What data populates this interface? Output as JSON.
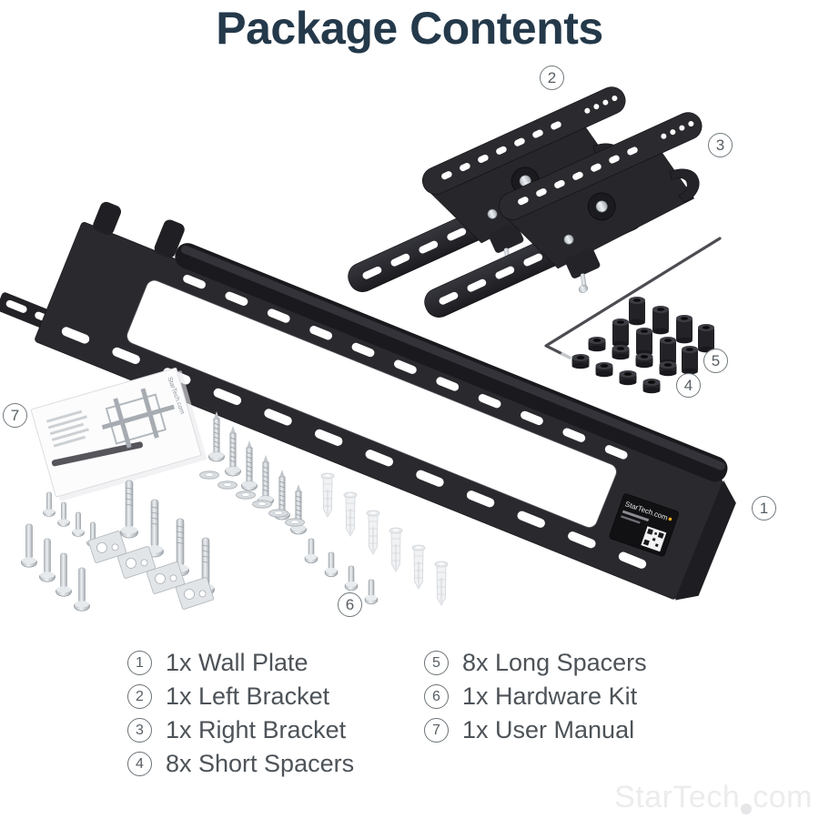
{
  "title": "Package Contents",
  "callouts": [
    "1",
    "2",
    "3",
    "4",
    "5",
    "6",
    "7"
  ],
  "legend": {
    "columns": [
      {
        "items": [
          {
            "num": "1",
            "label": "1x Wall Plate"
          },
          {
            "num": "2",
            "label": "1x Left Bracket"
          },
          {
            "num": "3",
            "label": "1x Right Bracket"
          },
          {
            "num": "4",
            "label": "8x Short Spacers"
          }
        ]
      },
      {
        "items": [
          {
            "num": "5",
            "label": "8x Long Spacers"
          },
          {
            "num": "6",
            "label": "1x Hardware Kit"
          },
          {
            "num": "7",
            "label": "1x User Manual"
          }
        ]
      }
    ]
  },
  "plate_label": {
    "brand": "StarTech.com"
  },
  "manual": {
    "brand": "StarTech.com"
  },
  "watermark": {
    "name": "StarTech",
    "tld": "com"
  },
  "colors": {
    "title": "#24394a",
    "legend_text": "#4d5358",
    "callout": "#575e63",
    "product_black": "#26262a",
    "metal_silver": "#ccd1d6",
    "anchor_white": "#f1f2f4",
    "logo_dot_yellow": "#f5b01c",
    "watermark": "#ececee"
  }
}
